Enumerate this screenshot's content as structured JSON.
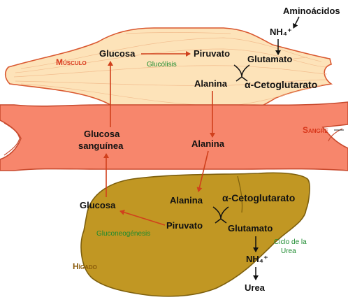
{
  "title": "",
  "colors": {
    "muscle_fill": "#fde3b9",
    "muscle_stroke": "#d9572f",
    "vessel_fill": "#f7866c",
    "vessel_stroke": "#c84a2e",
    "liver_fill": "#c19723",
    "liver_stroke": "#7d5f0d",
    "arrow_red": "#d0401c",
    "organ_red": "#d9381c",
    "organ_brown": "#8a5a0a",
    "green_text": "#1c8a2e"
  },
  "organs": {
    "muscle": "Músculo",
    "blood": "Sangre",
    "liver": "Hígado"
  },
  "muscle": {
    "glucosa": "Glucosa",
    "glucolisis": "Glucólisis",
    "piruvato": "Piruvato",
    "glutamato": "Glutamato",
    "alanina": "Alanina",
    "cetoglutarato": "α-Cetoglutarato",
    "nh4": "NH₄⁺",
    "aminoacidos": "Aminoácidos"
  },
  "blood": {
    "glucosa_line1": "Glucosa",
    "glucosa_line2": "sanguínea",
    "alanina": "Alanina"
  },
  "liver": {
    "alanina": "Alanina",
    "cetoglutarato": "α-Cetoglutarato",
    "piruvato": "Piruvato",
    "glucosa": "Glucosa",
    "gluconeogenesis": "Gluconeogénesis",
    "glutamato": "Glutamato",
    "nh4": "NH₄⁺",
    "urea": "Urea",
    "ciclo_line1": "Ciclo de la",
    "ciclo_line2": "Urea"
  }
}
